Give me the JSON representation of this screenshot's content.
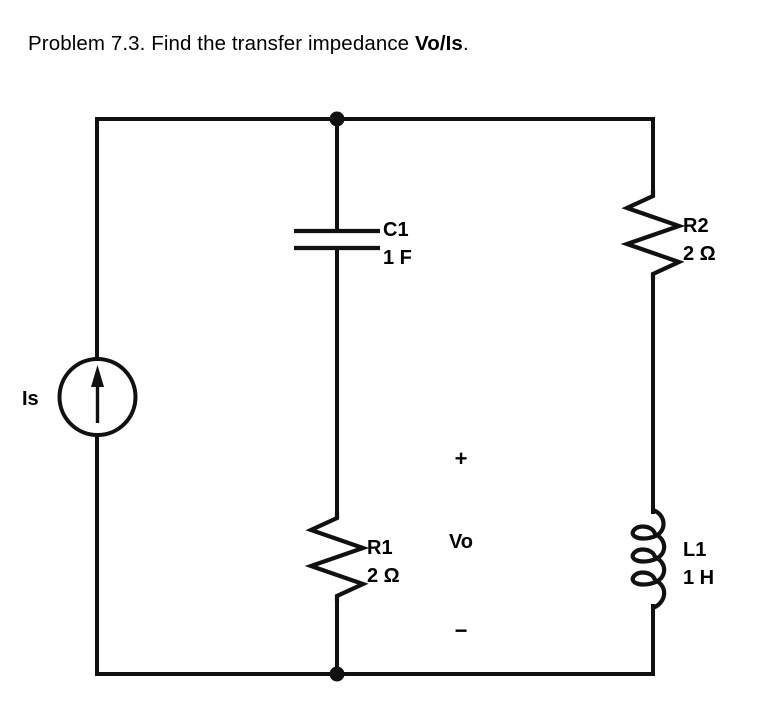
{
  "title": {
    "prefix": "Problem 7.3. Find the transfer impedance ",
    "emphasis": "Vo/Is",
    "suffix": "."
  },
  "circuit": {
    "source": {
      "label": "Is",
      "symbol": "current-source",
      "direction": "up"
    },
    "components": [
      {
        "id": "C1",
        "name": "C1",
        "value": "1 F",
        "type": "capacitor",
        "branch": "middle",
        "orientation": "vertical"
      },
      {
        "id": "R1",
        "name": "R1",
        "value": "2 Ω",
        "type": "resistor",
        "branch": "middle",
        "orientation": "vertical"
      },
      {
        "id": "R2",
        "name": "R2",
        "value": "2 Ω",
        "type": "resistor",
        "branch": "right",
        "orientation": "vertical"
      },
      {
        "id": "L1",
        "name": "L1",
        "value": "1 H",
        "type": "inductor",
        "branch": "right",
        "orientation": "vertical"
      }
    ],
    "output_voltage": {
      "label": "Vo",
      "plus": "+",
      "minus": "−"
    },
    "colors": {
      "wire": "#111111",
      "background": "#ffffff",
      "text": "#000000"
    }
  }
}
